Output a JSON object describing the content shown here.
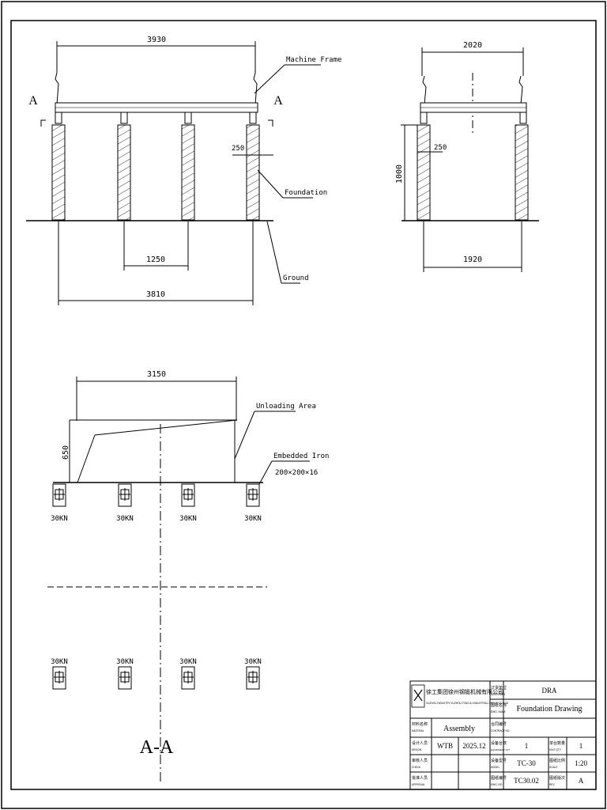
{
  "side_view": {
    "dim_top": "3930",
    "section_mark_left": "A",
    "section_mark_right": "A",
    "label_machine_frame": "Machine Frame",
    "dim_pier_width": "250",
    "label_foundation": "Foundation",
    "label_ground": "Ground",
    "dim_spacing": "1250",
    "dim_overall": "3810"
  },
  "end_view": {
    "dim_top": "2020",
    "dim_pier_width": "250",
    "dim_height": "1000",
    "dim_bottom": "1920"
  },
  "section_view": {
    "dim_top": "3150",
    "label_unloading_area": "Unloading Area",
    "dim_height": "650",
    "label_embedded_iron": "Embedded Iron",
    "embedded_iron_size": "200×200×16",
    "loads_row1": [
      "30KN",
      "30KN",
      "30KN",
      "30KN"
    ],
    "loads_row2": [
      "30KN",
      "30KN",
      "30KN",
      "30KN"
    ],
    "section_title": "A-A"
  },
  "title_block": {
    "company_cn": "徐工集团徐州钢锻机械有限公司",
    "company_en": "XUZHOU INDUSTRY XUZHOU TONGJU INDUSTRIAL GROUP CO.,LTD",
    "customer_label": "订货单位",
    "customer_label_en": "CUSTOMER",
    "customer_value": "DRA",
    "dwg_name_label": "图纸名称",
    "dwg_name_label_en": "DWG. NAME",
    "dwg_name_value": "Foundation Drawing",
    "material_label": "材料名称",
    "material_label_en": "MATERIAL",
    "material_value": "Assembly",
    "contract_label": "合同编号",
    "contract_label_en": "CONTRACT NO.",
    "contract_value": "",
    "designer_label": "设计人员",
    "designer_label_en": "DESIGN",
    "designer_value": "WTB",
    "date_value": "2025.12",
    "equip_qty_label": "设备台数",
    "equip_qty_label_en": "EQUIPMENT QTY",
    "equip_qty_value": "1",
    "unit_qty_label": "单台数量",
    "unit_qty_label_en": "UNIT QTY",
    "unit_qty_value": "1",
    "checker_label": "审核人员",
    "checker_label_en": "CHECK",
    "model_label": "设备型号",
    "model_label_en": "MODEL",
    "model_value": "TC-30",
    "scale_label": "图纸比例",
    "scale_label_en": "SCALE",
    "scale_value": "1:20",
    "approver_label": "批准人员",
    "approver_label_en": "APPROVAL",
    "dwg_no_label": "图纸编号",
    "dwg_no_label_en": "DWG. NO.",
    "dwg_no_value": "TC30.02",
    "version_label": "图纸版次",
    "version_label_en": "REV.",
    "version_value": "A"
  }
}
